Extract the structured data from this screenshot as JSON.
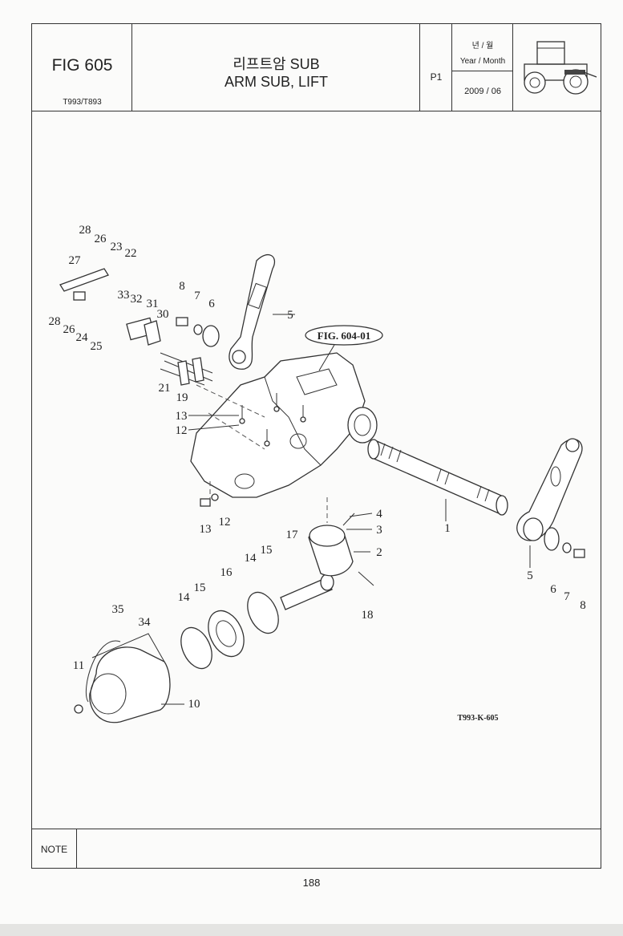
{
  "header": {
    "fig_no": "FIG 605",
    "model": "T993/T893",
    "title_ko": "리프트암 SUB",
    "title_en": "ARM SUB, LIFT",
    "page": "P1",
    "date_label_ko": "년 / 월",
    "date_label_en": "Year / Month",
    "date_value": "2009 / 06",
    "thumbnail_icon": "tractor-icon"
  },
  "diagram": {
    "callout_ref": "FIG. 604-01",
    "drawing_code": "T993-K-605",
    "labels": [
      "1",
      "2",
      "3",
      "4",
      "5",
      "5",
      "6",
      "6",
      "7",
      "7",
      "8",
      "8",
      "10",
      "11",
      "12",
      "12",
      "13",
      "13",
      "14",
      "14",
      "15",
      "15",
      "16",
      "17",
      "18",
      "19",
      "21",
      "22",
      "23",
      "24",
      "25",
      "26",
      "26",
      "27",
      "28",
      "28",
      "30",
      "31",
      "32",
      "33",
      "34",
      "35"
    ]
  },
  "note_label": "NOTE",
  "page_number": "188"
}
